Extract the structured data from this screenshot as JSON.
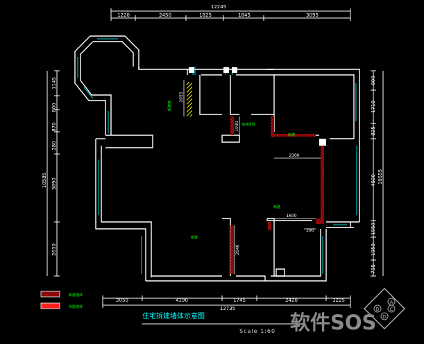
{
  "drawing": {
    "title": "住宅拆建墙体示意图",
    "scale": "Scale 1:60"
  },
  "dimensions": {
    "top_total": "12245",
    "top": [
      "1220",
      "2450",
      "1825",
      "1845",
      "3095"
    ],
    "bottom": [
      "2050",
      "4190",
      "1745",
      "2420",
      "1225"
    ],
    "bottom_total": "12735",
    "left_total": "10585",
    "left": [
      "1145",
      "800",
      "870",
      "280",
      "3890",
      "2630"
    ],
    "right": [
      "800",
      "1710",
      "825",
      "4020",
      "1950",
      "1950",
      "735"
    ],
    "right_total": "10555",
    "inner": [
      "2055",
      "1030",
      "2300",
      "1600",
      "290",
      "2040"
    ]
  },
  "annotations": {
    "wall_a": "新建墙",
    "wall_b": "墙体拆除",
    "wall_c": "新建",
    "wall_d": "新建",
    "wall_e": "新建",
    "wall_f": "拆除"
  },
  "legend": {
    "new_wall": "新建墙体",
    "demolished_wall": "拆除墙体"
  },
  "colors": {
    "background": "#000000",
    "wall": "#ffffff",
    "window": "#00d8d8",
    "dimension": "#ffffff",
    "annotation": "#00ff00",
    "new_wall": "#ff2020",
    "demolished_wall": "#ffff00",
    "title": "#00ffff"
  },
  "watermark": "软件SOS",
  "compass": [
    "A",
    "B",
    "C",
    "D"
  ]
}
